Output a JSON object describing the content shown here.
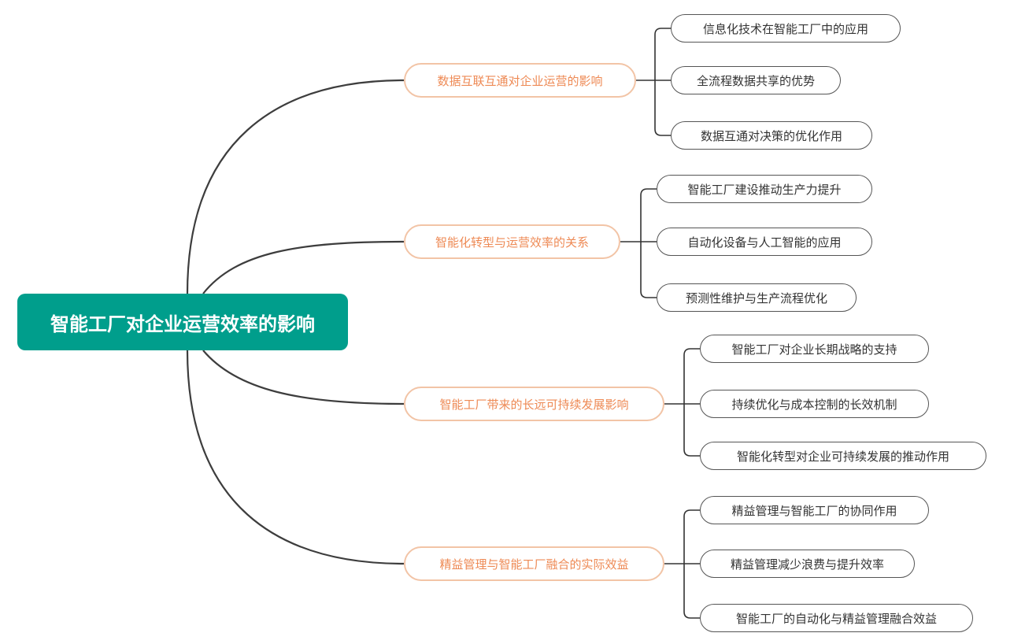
{
  "root": {
    "label": "智能工厂对企业运营效率的影响"
  },
  "branches": [
    {
      "label": "数据互联互通对企业运营的影响",
      "children": [
        "信息化技术在智能工厂中的应用",
        "全流程数据共享的优势",
        "数据互通对决策的优化作用"
      ]
    },
    {
      "label": "智能化转型与运营效率的关系",
      "children": [
        "智能工厂建设推动生产力提升",
        "自动化设备与人工智能的应用",
        "预测性维护与生产流程优化"
      ]
    },
    {
      "label": "智能工厂带来的长远可持续发展影响",
      "children": [
        "智能工厂对企业长期战略的支持",
        "持续优化与成本控制的长效机制",
        "智能化转型对企业可持续发展的推动作用"
      ]
    },
    {
      "label": "精益管理与智能工厂融合的实际效益",
      "children": [
        "精益管理与智能工厂的协同作用",
        "精益管理减少浪费与提升效率",
        "智能工厂的自动化与精益管理融合效益"
      ]
    }
  ],
  "colors": {
    "root_fill": "#009e8c",
    "branch_text": "#ee8a55",
    "branch_border": "#f2c4a6",
    "leaf_border": "#555555",
    "connector": "#3d3d3d"
  }
}
